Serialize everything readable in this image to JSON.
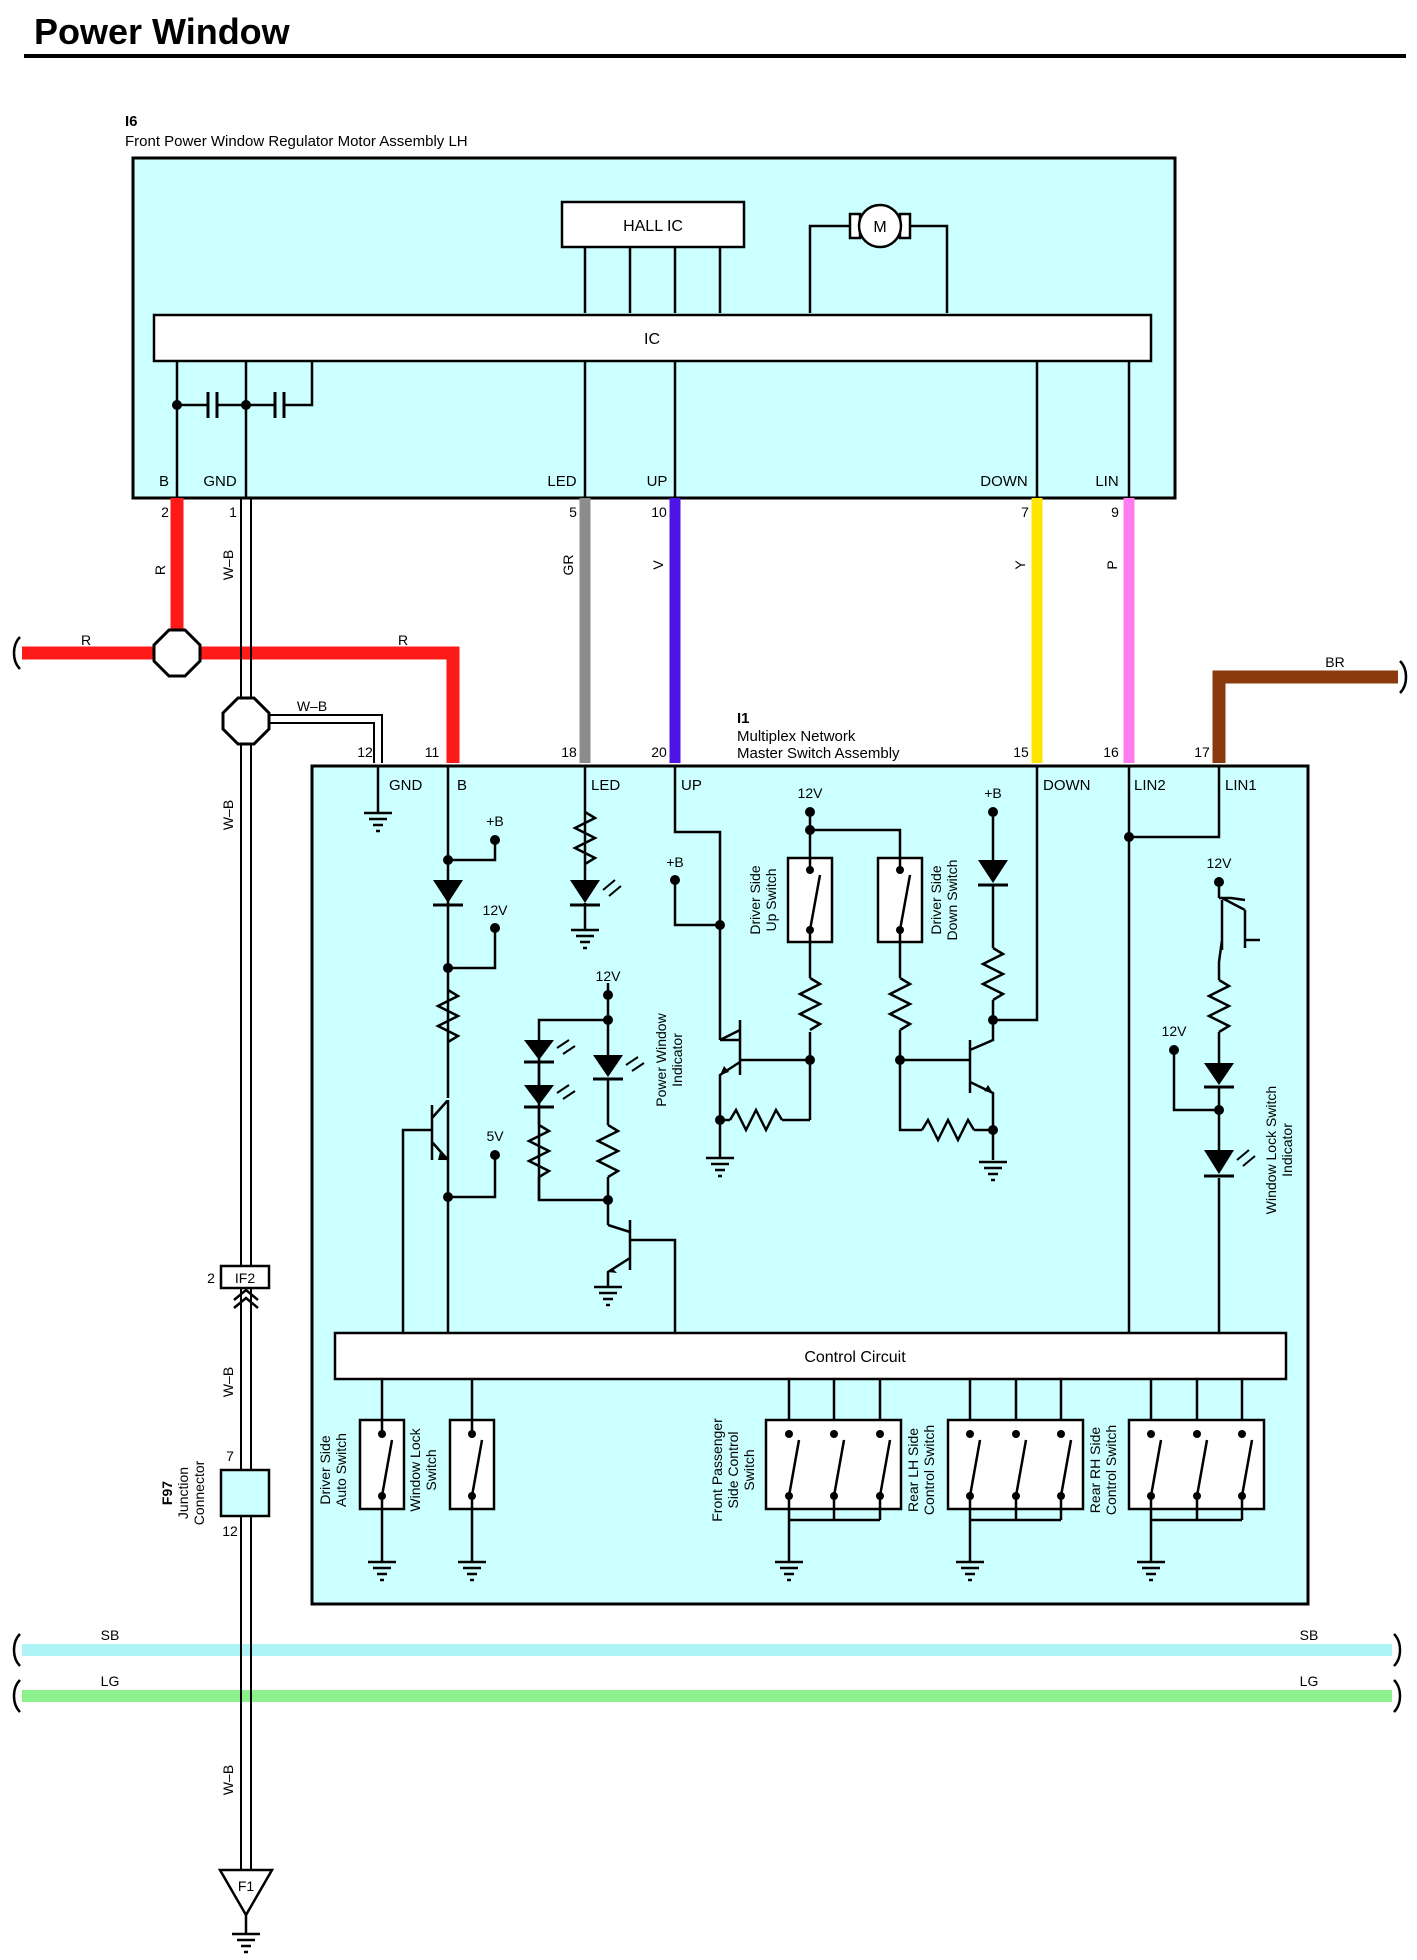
{
  "title": "Power Window",
  "wire_colors": {
    "R": "#ff1a1a",
    "GR": "#8c8c8c",
    "V": "#4d14e6",
    "Y": "#ffe400",
    "P": "#ff7cf0",
    "BR": "#8b3a0e",
    "SB": "#aef4f7",
    "LG": "#8cf08c",
    "box_fill": "#ccffff"
  },
  "motor_assembly": {
    "code": "I6",
    "name": "Front Power Window Regulator Motor Assembly LH",
    "hall_ic": "HALL IC",
    "motor": "M",
    "ic": "IC",
    "pins": {
      "b": {
        "label": "B",
        "num": "2",
        "wire": "R"
      },
      "gnd": {
        "label": "GND",
        "num": "1",
        "wire": "W–B"
      },
      "led": {
        "label": "LED",
        "num": "5",
        "wire": "GR"
      },
      "up": {
        "label": "UP",
        "num": "10",
        "wire": "V"
      },
      "down": {
        "label": "DOWN",
        "num": "7",
        "wire": "Y"
      },
      "lin": {
        "label": "LIN",
        "num": "9",
        "wire": "P"
      }
    }
  },
  "bus_labels": {
    "r_left": "R",
    "r_right": "R",
    "wb_branch": "W–B",
    "wb_vertical": "W–B",
    "br": "BR",
    "wb_lower": "W–B",
    "wb_bottom": "W–B"
  },
  "master_switch": {
    "code": "I1",
    "name_line1": "Multiplex Network",
    "name_line2": "Master Switch Assembly",
    "pins": {
      "gnd": {
        "label": "GND",
        "num": "12"
      },
      "b": {
        "label": "B",
        "num": "11"
      },
      "led": {
        "label": "LED",
        "num": "18"
      },
      "up": {
        "label": "UP",
        "num": "20"
      },
      "down": {
        "label": "DOWN",
        "num": "15"
      },
      "lin2": {
        "label": "LIN2",
        "num": "16"
      },
      "lin1": {
        "label": "LIN1",
        "num": "17"
      }
    },
    "supplies": {
      "pb": "+B",
      "v12": "12V",
      "v5": "5V"
    },
    "labels": {
      "up_switch_l1": "Driver Side",
      "up_switch_l2": "Up Switch",
      "down_switch_l1": "Driver Side",
      "down_switch_l2": "Down Switch",
      "pw_ind_l1": "Power Window",
      "pw_ind_l2": "Indicator",
      "wl_ind_l1": "Window Lock Switch",
      "wl_ind_l2": "Indicator",
      "control_circuit": "Control Circuit",
      "auto_l1": "Driver Side",
      "auto_l2": "Auto Switch",
      "wlock_l1": "Window Lock",
      "wlock_l2": "Switch",
      "fp_l1": "Front Passenger",
      "fp_l2": "Side Control",
      "fp_l3": "Switch",
      "rlh_l1": "Rear LH Side",
      "rlh_l2": "Control Switch",
      "rrh_l1": "Rear RH Side",
      "rrh_l2": "Control Switch"
    }
  },
  "connector_if2": {
    "label": "IF2",
    "pin": "2"
  },
  "junction": {
    "code": "F97",
    "name_l1": "Junction",
    "name_l2": "Connector",
    "pin_top": "7",
    "pin_bottom": "12"
  },
  "ground_point": "F1",
  "bus_lines": {
    "sb_left": "SB",
    "sb_right": "SB",
    "lg_left": "LG",
    "lg_right": "LG"
  }
}
